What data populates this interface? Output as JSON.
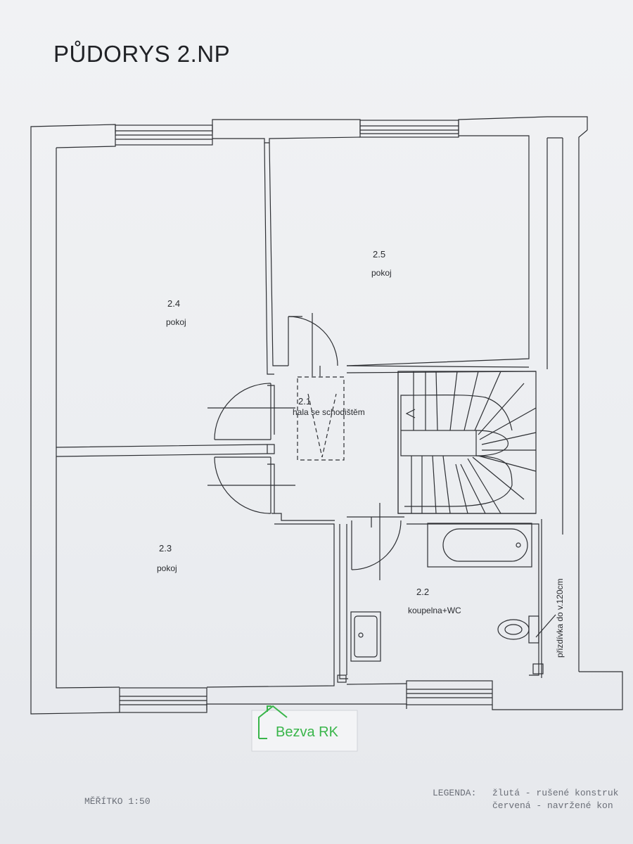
{
  "title": "PŮDORYS 2.NP",
  "rooms": [
    {
      "number": "2.4",
      "name": "pokoj"
    },
    {
      "number": "2.5",
      "name": "pokoj"
    },
    {
      "number": "2.1",
      "name": "hala se schodištěm"
    },
    {
      "number": "2.3",
      "name": "pokoj"
    },
    {
      "number": "2.2",
      "name": "koupelna+WC"
    }
  ],
  "annotation": "přizdívka do v.120cm",
  "logo": {
    "text": "Bezva RK",
    "color": "#39b54a"
  },
  "scale": "MĚŘÍTKO 1:50",
  "legend": {
    "label": "LEGENDA:",
    "line1": "žlutá  -  rušené konstruk",
    "line2": "červená  -  navržené kon"
  },
  "colors": {
    "ink": "#2a2c30",
    "paper": "#eceef1",
    "logo": "#39b54a"
  }
}
